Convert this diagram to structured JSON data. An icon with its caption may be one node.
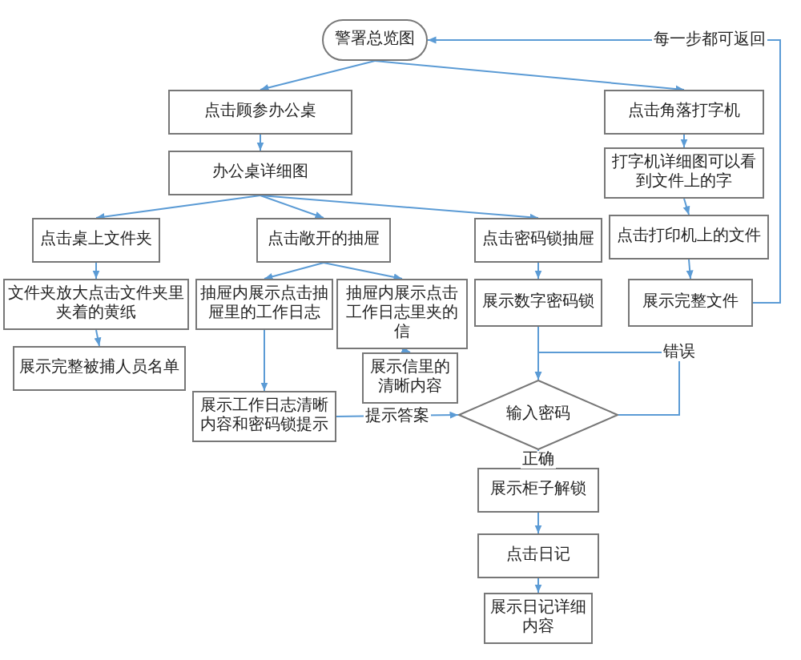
{
  "diagram": {
    "nodes": [
      {
        "text": [
          "警署总览图"
        ]
      },
      {
        "text": [
          "点击顾参办公桌"
        ]
      },
      {
        "text": [
          "办公桌详细图"
        ]
      },
      {
        "text": [
          "点击角落打字机"
        ]
      },
      {
        "text": [
          "打字机详细图可以看到文件上的字"
        ]
      },
      {
        "text": [
          "点击桌上文件夹"
        ]
      },
      {
        "text": [
          "点击敞开的抽屉"
        ]
      },
      {
        "text": [
          "点击密码锁抽屉"
        ]
      },
      {
        "text": [
          "点击打印机上的文件"
        ]
      },
      {
        "text": [
          "文件夹放大点击文件夹里夹着的黄纸"
        ]
      },
      {
        "text": [
          "抽屉内展示点击抽屉里的工作日志"
        ]
      },
      {
        "text": [
          "抽屉内展示点击工作日志里夹的信"
        ]
      },
      {
        "text": [
          "展示数字密码锁"
        ]
      },
      {
        "text": [
          "展示完整文件"
        ]
      },
      {
        "text": [
          "展示完整被捕人员名单"
        ]
      },
      {
        "text": [
          "展示信里的清晰内容"
        ]
      },
      {
        "text": [
          "展示工作日志清晰内容和密码锁提示"
        ]
      },
      {
        "text": [
          "输入密码"
        ]
      },
      {
        "text": [
          "展示柜子解锁"
        ]
      },
      {
        "text": [
          "点击日记"
        ]
      },
      {
        "text": [
          "展示日记详细内容"
        ]
      }
    ],
    "edges": [
      {
        "from": 0,
        "to": 1,
        "arrow": "to"
      },
      {
        "from": 0,
        "to": 3,
        "arrow": "to"
      },
      {
        "from": 1,
        "to": 2,
        "arrow": "to"
      },
      {
        "from": 2,
        "to": 5,
        "arrow": "to"
      },
      {
        "from": 2,
        "to": 6,
        "arrow": "to"
      },
      {
        "from": 2,
        "to": 7,
        "arrow": "to"
      },
      {
        "from": 3,
        "to": 4,
        "arrow": "to"
      },
      {
        "from": 4,
        "to": 8,
        "arrow": "to"
      },
      {
        "from": 8,
        "to": 13,
        "arrow": "to"
      },
      {
        "from": 5,
        "to": 9,
        "arrow": "to"
      },
      {
        "from": 9,
        "to": 14,
        "arrow": "to"
      },
      {
        "from": 6,
        "to": 10,
        "arrow": "to"
      },
      {
        "from": 6,
        "to": 11,
        "arrow": "to"
      },
      {
        "from": 11,
        "to": 15,
        "arrow": "to"
      },
      {
        "from": 10,
        "to": 16,
        "arrow": "to"
      },
      {
        "from": 7,
        "to": 12,
        "arrow": "to"
      },
      {
        "from": 12,
        "to": 17,
        "arrow": "to"
      },
      {
        "from": 16,
        "to": 17,
        "arrow": "to",
        "label": "提示答案"
      },
      {
        "from": 17,
        "to": 17,
        "arrow": "to",
        "label": "错误"
      },
      {
        "from": 17,
        "to": 18,
        "arrow": "to",
        "label": "正确"
      },
      {
        "from": 18,
        "to": 19,
        "arrow": "to"
      },
      {
        "from": 19,
        "to": 20,
        "arrow": "to"
      },
      {
        "from": 13,
        "to": 0,
        "arrow": "to",
        "label": "每一步都可返回"
      }
    ]
  }
}
